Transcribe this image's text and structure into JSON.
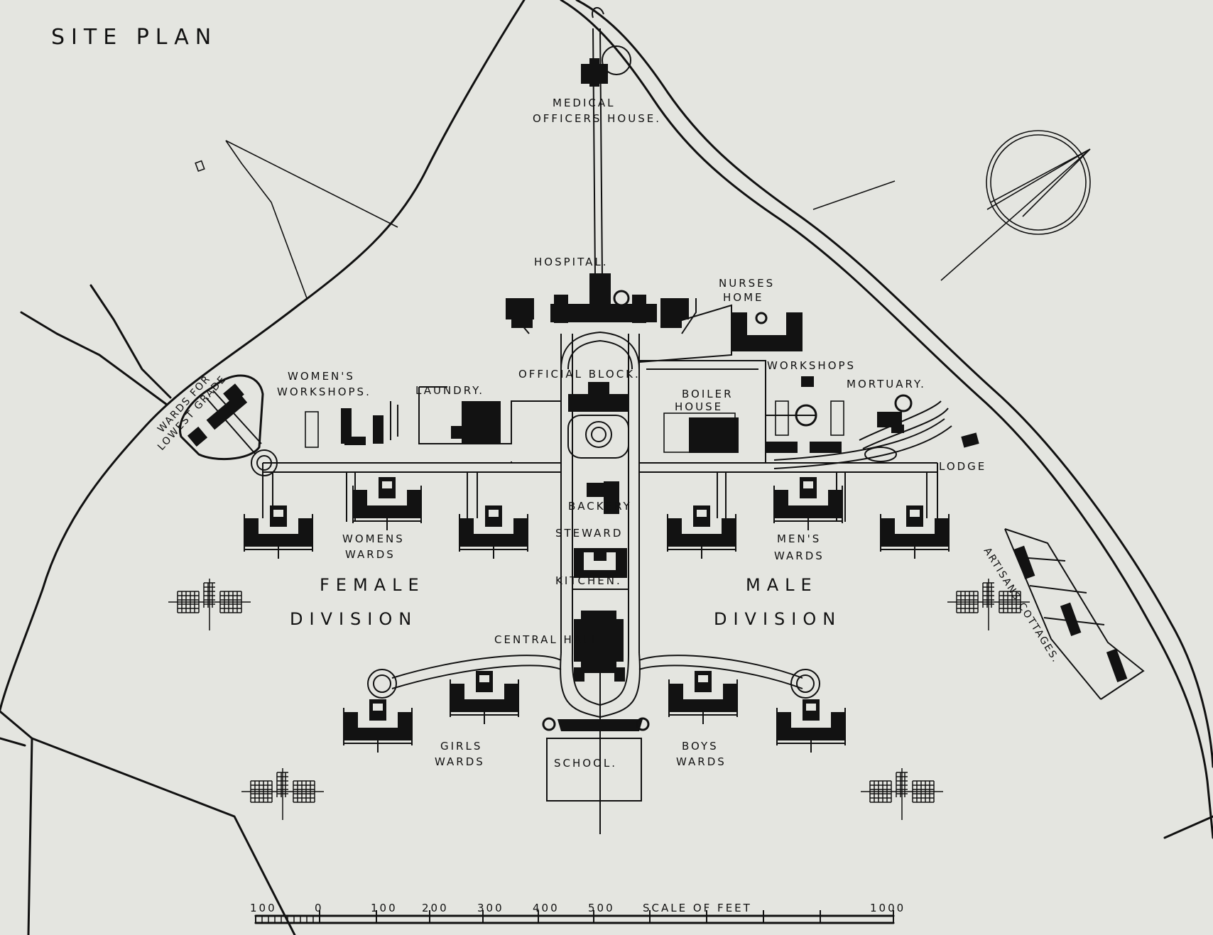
{
  "title": "SITE PLAN",
  "labels": {
    "medical_officers_house_1": "MEDICAL",
    "medical_officers_house_2": "OFFICERS HOUSE.",
    "hospital": "HOSPITAL.",
    "nurses_home_1": "NURSES",
    "nurses_home_2": "HOME",
    "official_block": "OFFICIAL BLOCK.",
    "workshops": "WORKSHOPS",
    "mortuary": "MORTUARY.",
    "womens_workshops_1": "WOMEN'S",
    "womens_workshops_2": "WORKSHOPS.",
    "laundry": "LAUNDRY.",
    "boiler_house_1": "BOILER",
    "boiler_house_2": "HOUSE",
    "wards_lowest_grade_1": "WARDS FOR",
    "wards_lowest_grade_2": "LOWEST GRADE",
    "lodge": "LODGE",
    "backery": "BACKERY",
    "steward": "STEWARD",
    "kitchen": "KITCHEN.",
    "womens_wards_1": "WOMENS",
    "womens_wards_2": "WARDS",
    "mens_wards_1": "MEN'S",
    "mens_wards_2": "WARDS",
    "female_division_1": "FEMALE",
    "female_division_2": "DIVISION",
    "male_division_1": "MALE",
    "male_division_2": "DIVISION",
    "central_hall": "CENTRAL HALL",
    "artisans_cottages": "ARTISANS COTTAGES.",
    "girls_wards_1": "GIRLS",
    "girls_wards_2": "WARDS",
    "school": "SCHOOL.",
    "boys_wards_1": "BOYS",
    "boys_wards_2": "WARDS"
  },
  "scale_bar": {
    "ticks": [
      "100",
      "0",
      "100",
      "200",
      "300",
      "400",
      "500",
      "1000"
    ],
    "caption": "SCALE OF FEET"
  },
  "colors": {
    "paper": "#e4e5e0",
    "ink": "#111111"
  },
  "icons": [
    "north-arrow-icon"
  ]
}
